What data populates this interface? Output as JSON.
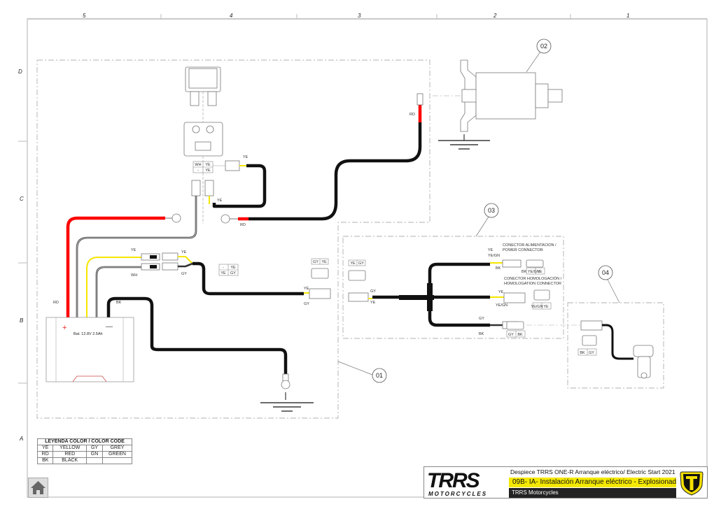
{
  "grid": {
    "columns": [
      "5",
      "4",
      "3",
      "2",
      "1"
    ],
    "rows": [
      "D",
      "C",
      "B",
      "A"
    ]
  },
  "callouts": [
    "01",
    "02",
    "03",
    "04"
  ],
  "battery": {
    "label": "Bat. 12.8V 2.5Ah",
    "plus": "+",
    "minus": "—"
  },
  "wire_labels": {
    "rd_battery": "RD",
    "bk_battery": "BK",
    "ye_relay_top": "YE",
    "ye_relay_mid": "YE",
    "rd_relay": "RD",
    "rd_starter": "RD",
    "ye_left": "YE",
    "wh_left": "WH",
    "ye_right": "YE",
    "gy_right": "GY",
    "ye_conn01": "YE",
    "gy_conn01": "GY",
    "gy_conn03": "GY",
    "ye_conn03": "YE",
    "ye_power": "YE",
    "yegn_power": "YE/GN",
    "bk_power": "BK",
    "ye_homol": "YE",
    "yegn_homol": "YE/GN",
    "gy_bottom": "GY",
    "bk_bottom": "BK"
  },
  "pin_tables": {
    "relay": [
      [
        "WH",
        "YE"
      ],
      [
        "-",
        "YE"
      ]
    ],
    "mid": [
      [
        "-",
        "YE"
      ],
      [
        "YE",
        "GY"
      ]
    ],
    "conn01": [
      [
        "GY",
        "YE"
      ]
    ],
    "conn03_left": [
      [
        "YE",
        "GY"
      ]
    ],
    "power": [
      [
        "BK YE/GN",
        "YE"
      ]
    ],
    "homol": [
      [
        "YE/GN",
        "YE"
      ]
    ],
    "bottom": [
      [
        "GY",
        "BK"
      ]
    ],
    "sensor": [
      [
        "BK",
        "GY"
      ]
    ]
  },
  "connector_titles": {
    "power": [
      "CONECTOR ALIMENTACION /",
      "POWER CONNECTOR"
    ],
    "homol": [
      "CONECTOR HOMOLOGACIÓN /",
      "HOMOLOGATION CONNECTOR"
    ]
  },
  "legend": {
    "title": "LEYENDA COLOR / COLOR CODE",
    "rows": [
      [
        "YE",
        "YELLOW",
        "GY",
        "GREY"
      ],
      [
        "RD",
        "RED",
        "GN",
        "GREEN"
      ],
      [
        "BK",
        "BLACK",
        "",
        ""
      ]
    ]
  },
  "title_block": {
    "brand": "TRRS",
    "brand_sub": "MOTORCYCLES",
    "line1": "Despiece TRRS ONE-R  Arranque eléctrico/ Electric Start 2021",
    "line2": "09B- IA- Instalación Arranque eléctrico - Explosionado",
    "line3": "TRRS Motorcycles"
  },
  "colors": {
    "red": "#ff0000",
    "yellow": "#f5e600",
    "black": "#111111",
    "title_yellow": "#f4e800"
  },
  "icons": {
    "home": "home-icon",
    "logo": "trrs-shield-logo"
  }
}
